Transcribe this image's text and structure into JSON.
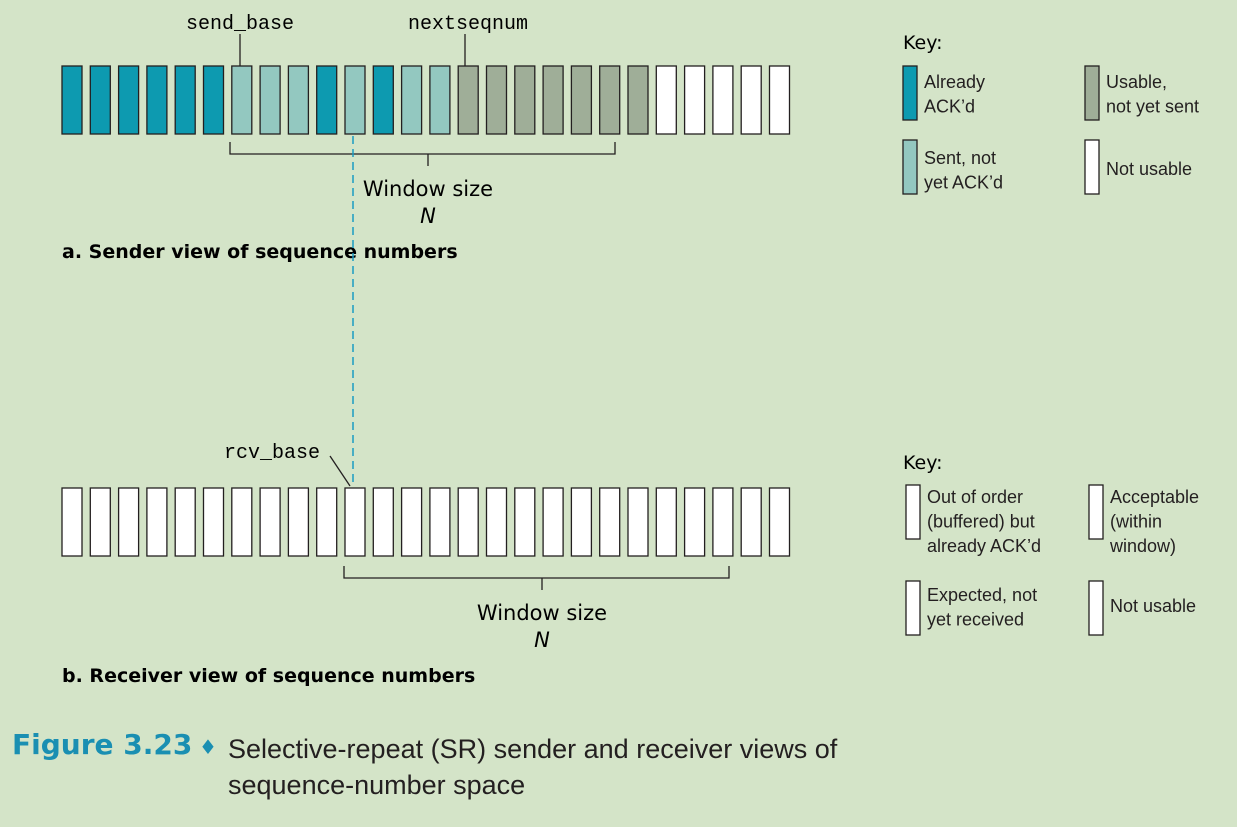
{
  "sender": {
    "label_send_base": "send_base",
    "label_nextseqnum": "nextseqnum",
    "window_label": "Window size",
    "window_n": "N",
    "caption": "a. Sender view of sequence numbers",
    "cells": [
      "ack",
      "ack",
      "ack",
      "ack",
      "ack",
      "ack",
      "sent",
      "sent",
      "sent",
      "ack",
      "sent",
      "ack",
      "sent",
      "sent",
      "usable",
      "usable",
      "usable",
      "usable",
      "usable",
      "usable",
      "usable",
      "none",
      "none",
      "none",
      "none",
      "none"
    ],
    "key": {
      "title": "Key:",
      "items": [
        {
          "state": "ack",
          "label": "Already\nACK’d"
        },
        {
          "state": "usable",
          "label": "Usable,\nnot yet sent"
        },
        {
          "state": "sent",
          "label": "Sent, not\nyet ACK’d"
        },
        {
          "state": "none",
          "label": "Not usable"
        }
      ]
    }
  },
  "receiver": {
    "label_rcv_base": "rcv_base",
    "window_label": "Window size",
    "window_n": "N",
    "caption": "b. Receiver view of sequence numbers",
    "cells": [
      "none",
      "none",
      "none",
      "none",
      "none",
      "none",
      "none",
      "none",
      "none",
      "expected",
      "ooo",
      "ooo",
      "ooo",
      "accept",
      "accept",
      "accept",
      "accept",
      "accept",
      "accept",
      "accept",
      "accept",
      "accept",
      "accept",
      "none",
      "none",
      "none"
    ],
    "key": {
      "title": "Key:",
      "items": [
        {
          "state": "ooo",
          "label": "Out of order\n(buffered) but\nalready ACK’d"
        },
        {
          "state": "accept",
          "label": "Acceptable\n(within\nwindow)"
        },
        {
          "state": "expected",
          "label": "Expected, not\nyet received"
        },
        {
          "state": "none",
          "label": "Not usable"
        }
      ]
    }
  },
  "figure": {
    "number": "Figure 3.23",
    "separator": "♦",
    "title": "Selective-repeat (SR) sender and receiver views of sequence-number space"
  },
  "colors": {
    "background": "#d4e4c8",
    "ack": "#0d9ab0",
    "sent": "#93c8c0",
    "usable": "#9fae98",
    "none": "#ffffff",
    "stroke": "#231f20",
    "dashed": "#1a9bc2",
    "figure_accent": "#1a8fb2"
  }
}
